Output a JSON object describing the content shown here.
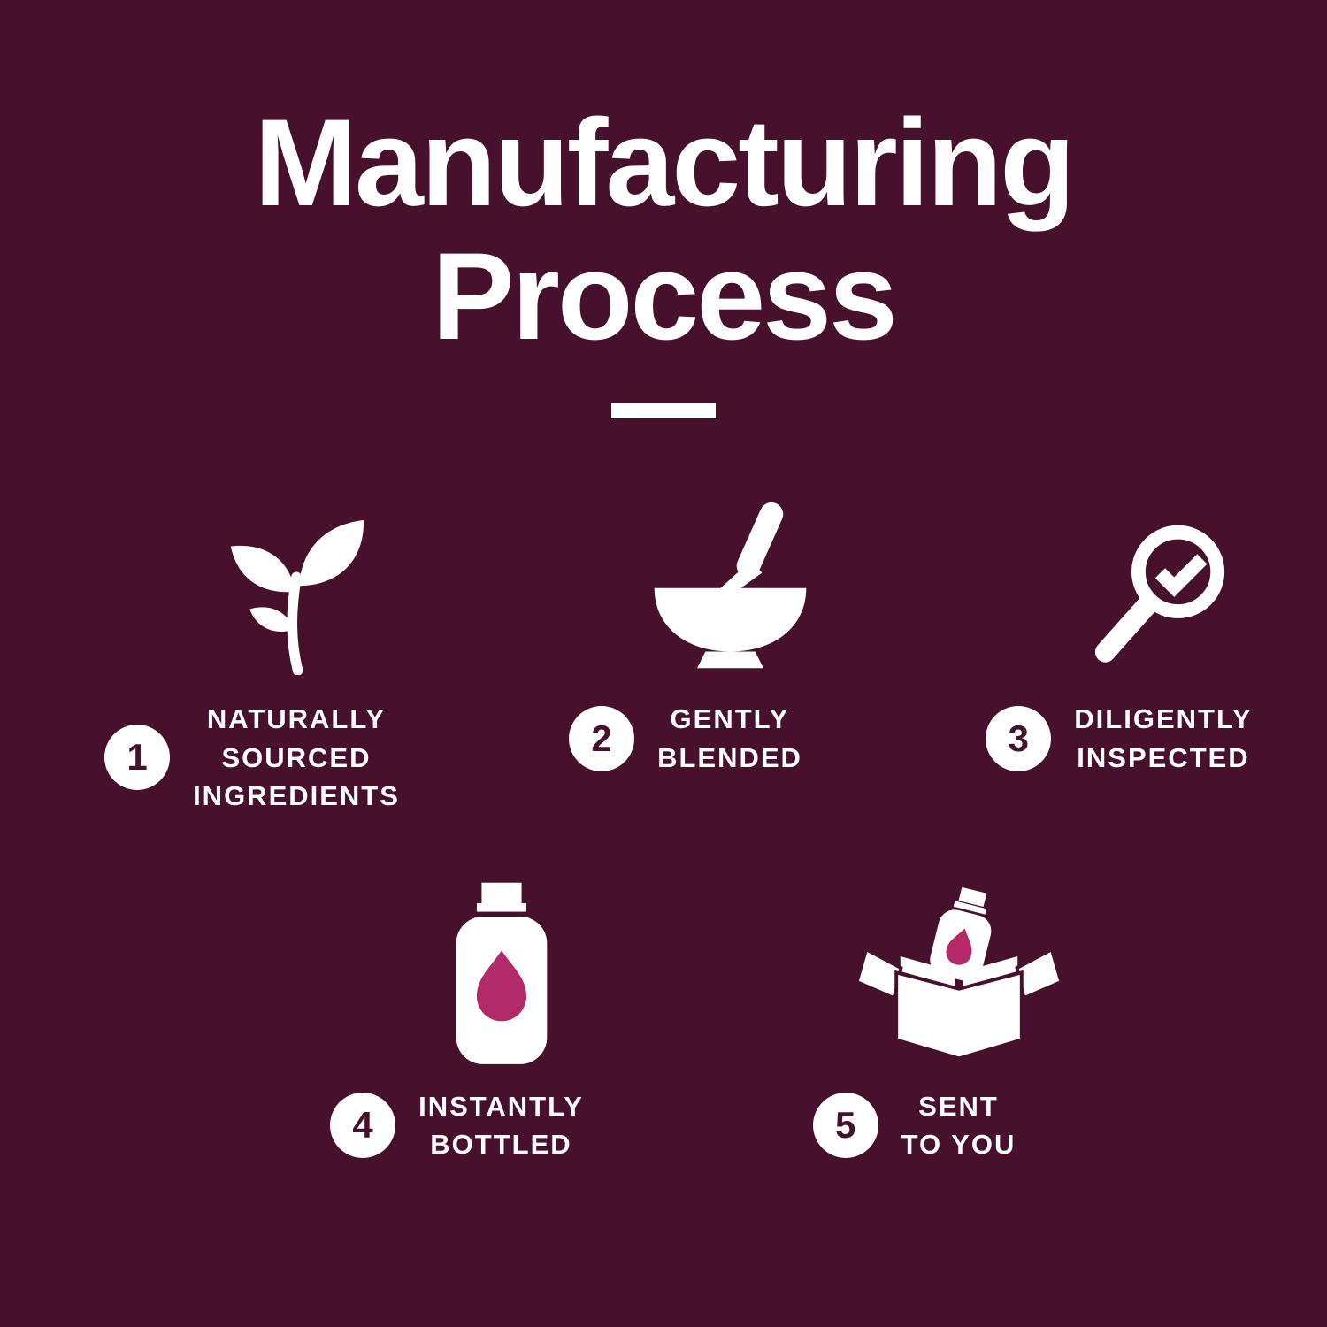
{
  "title": {
    "line1": "Manufacturing",
    "line2": "Process"
  },
  "colors": {
    "background": "#47112e",
    "foreground": "#ffffff",
    "accent": "#b22a68"
  },
  "steps": [
    {
      "number": "1",
      "label": "NATURALLY\nSOURCED\nINGREDIENTS",
      "icon": "plant-icon"
    },
    {
      "number": "2",
      "label": "GENTLY\nBLENDED",
      "icon": "bowl-whisk-icon"
    },
    {
      "number": "3",
      "label": "DILIGENTLY\nINSPECTED",
      "icon": "magnifier-check-icon"
    },
    {
      "number": "4",
      "label": "INSTANTLY\nBOTTLED",
      "icon": "bottle-icon"
    },
    {
      "number": "5",
      "label": "SENT\nTO YOU",
      "icon": "shipping-box-icon"
    }
  ]
}
